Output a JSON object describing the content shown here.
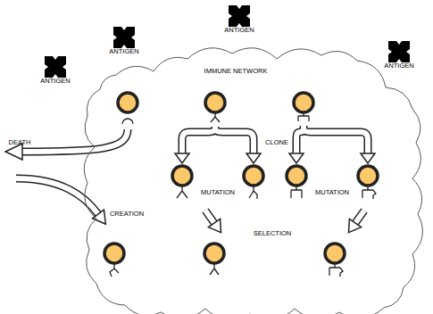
{
  "diagram": {
    "nodes": [
      {
        "text": [
          "ANTIGEN"
        ]
      },
      {
        "text": [
          "ANTIGEN"
        ]
      },
      {
        "text": [
          "ANTIGEN"
        ]
      },
      {
        "text": [
          "ANTIGEN"
        ]
      },
      {
        "text": [
          "IMMUNE NETWORK"
        ]
      }
    ],
    "labels": [
      "DEATH",
      "CLONE",
      "MUTATION",
      "MUTATION",
      "CREATION",
      "SELECTION"
    ]
  }
}
